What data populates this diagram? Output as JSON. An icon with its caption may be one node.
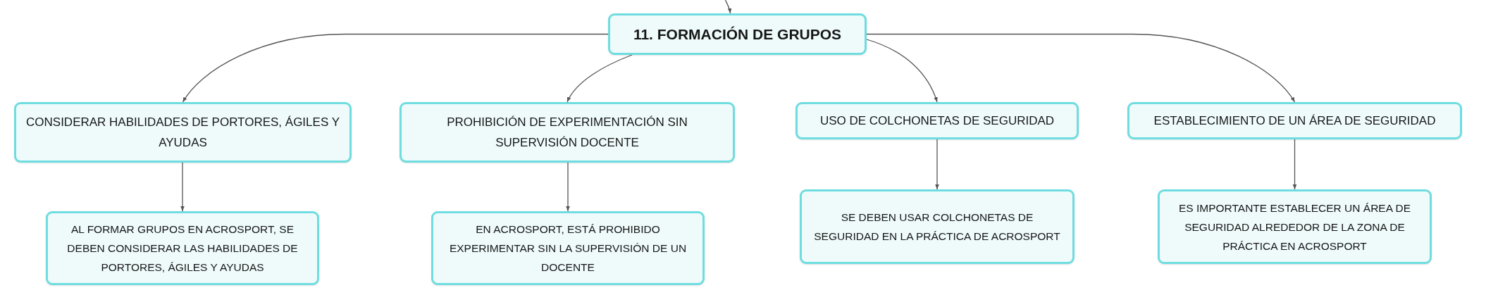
{
  "diagram": {
    "nodes": [
      {
        "text": [
          "11. FORMACIÓN DE GRUPOS"
        ]
      },
      {
        "text": [
          "CONSIDERAR HABILIDADES DE PORTORES, ÁGILES Y AYUDAS"
        ]
      },
      {
        "text": [
          "PROHIBICIÓN DE EXPERIMENTACIÓN SIN SUPERVISIÓN DOCENTE"
        ]
      },
      {
        "text": [
          "USO DE COLCHONETAS DE SEGURIDAD"
        ]
      },
      {
        "text": [
          "ESTABLECIMIENTO DE UN ÁREA DE SEGURIDAD"
        ]
      },
      {
        "text": [
          "AL FORMAR GRUPOS EN ACROSPORT, SE DEBEN CONSIDERAR LAS HABILIDADES DE PORTORES, ÁGILES Y AYUDAS"
        ]
      },
      {
        "text": [
          "EN ACROSPORT, ESTÁ PROHIBIDO EXPERIMENTAR SIN LA SUPERVISIÓN DE UN DOCENTE"
        ]
      },
      {
        "text": [
          "SE DEBEN USAR COLCHONETAS DE SEGURIDAD EN LA PRÁCTICA DE ACROSPORT"
        ]
      },
      {
        "text": [
          "ES IMPORTANTE ESTABLECER UN ÁREA DE SEGURIDAD ALREDEDOR DE LA ZONA DE PRÁCTICA EN ACROSPORT"
        ]
      }
    ],
    "edges": [
      {
        "from": null,
        "to": 0,
        "arrow": "to"
      },
      {
        "from": 0,
        "to": 1,
        "arrow": "to"
      },
      {
        "from": 0,
        "to": 2,
        "arrow": "to"
      },
      {
        "from": 0,
        "to": 3,
        "arrow": "to"
      },
      {
        "from": 0,
        "to": 4,
        "arrow": "to"
      },
      {
        "from": 1,
        "to": 5,
        "arrow": "to"
      },
      {
        "from": 2,
        "to": 6,
        "arrow": "to"
      },
      {
        "from": 3,
        "to": 7,
        "arrow": "to"
      },
      {
        "from": 4,
        "to": 8,
        "arrow": "to"
      }
    ]
  }
}
